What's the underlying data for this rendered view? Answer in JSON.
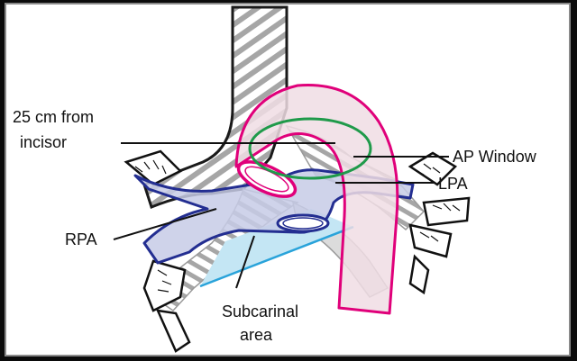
{
  "labels": {
    "incisor_line1": "25 cm from",
    "incisor_line2": "incisor",
    "ap_window": "AP Window",
    "lpa": "LPA",
    "rpa": "RPA",
    "subcarinal_line1": "Subcarinal",
    "subcarinal_line2": "area"
  },
  "colors": {
    "aorta": "#e0007a",
    "aorta_fill": "#f1dfe6",
    "ap_window": "#1f9a4a",
    "pulmonary_artery": "#232e91",
    "pulmonary_fill": "#aab0d8",
    "subcarinal_fill": "#bfe3f2",
    "subcarinal_edge": "#29a3da",
    "trachea_stripe": "#9a9a9a"
  }
}
